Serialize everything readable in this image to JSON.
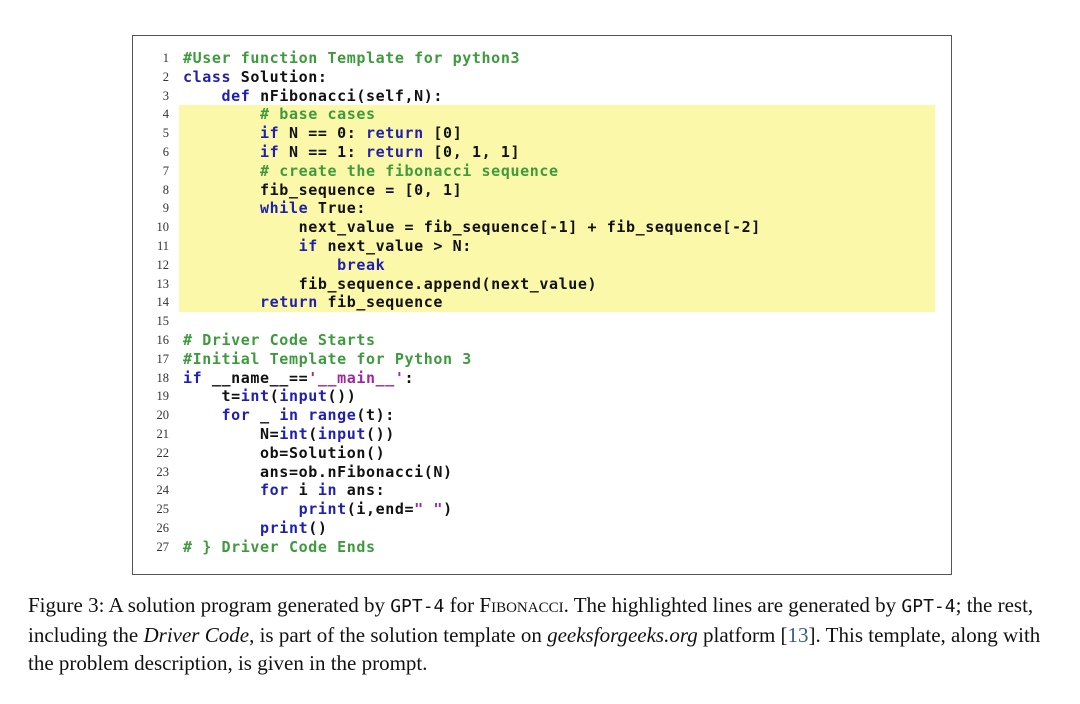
{
  "code_lines": [
    {
      "n": "1",
      "hl": false,
      "segs": [
        {
          "t": "#User function Template for python3",
          "c": "com"
        }
      ]
    },
    {
      "n": "2",
      "hl": false,
      "segs": [
        {
          "t": "class",
          "c": "kw"
        },
        {
          "t": " Solution:",
          "c": "plain"
        }
      ]
    },
    {
      "n": "3",
      "hl": false,
      "segs": [
        {
          "t": "    ",
          "c": "plain"
        },
        {
          "t": "def",
          "c": "kw"
        },
        {
          "t": " nFibonacci(self,N):",
          "c": "plain"
        }
      ]
    },
    {
      "n": "4",
      "hl": true,
      "segs": [
        {
          "t": "        ",
          "c": "plain"
        },
        {
          "t": "# base cases",
          "c": "com"
        }
      ]
    },
    {
      "n": "5",
      "hl": true,
      "segs": [
        {
          "t": "        ",
          "c": "plain"
        },
        {
          "t": "if",
          "c": "kw"
        },
        {
          "t": " N == 0: ",
          "c": "plain"
        },
        {
          "t": "return",
          "c": "kw"
        },
        {
          "t": " [0]",
          "c": "plain"
        }
      ]
    },
    {
      "n": "6",
      "hl": true,
      "segs": [
        {
          "t": "        ",
          "c": "plain"
        },
        {
          "t": "if",
          "c": "kw"
        },
        {
          "t": " N == 1: ",
          "c": "plain"
        },
        {
          "t": "return",
          "c": "kw"
        },
        {
          "t": " [0, 1, 1]",
          "c": "plain"
        }
      ]
    },
    {
      "n": "7",
      "hl": true,
      "segs": [
        {
          "t": "        ",
          "c": "plain"
        },
        {
          "t": "# create the fibonacci sequence",
          "c": "com"
        }
      ]
    },
    {
      "n": "8",
      "hl": true,
      "segs": [
        {
          "t": "        fib_sequence = [0, 1]",
          "c": "plain"
        }
      ]
    },
    {
      "n": "9",
      "hl": true,
      "segs": [
        {
          "t": "        ",
          "c": "plain"
        },
        {
          "t": "while",
          "c": "kw"
        },
        {
          "t": " True:",
          "c": "plain"
        }
      ]
    },
    {
      "n": "10",
      "hl": true,
      "segs": [
        {
          "t": "            next_value = fib_sequence[-1] + fib_sequence[-2]",
          "c": "plain"
        }
      ]
    },
    {
      "n": "11",
      "hl": true,
      "segs": [
        {
          "t": "            ",
          "c": "plain"
        },
        {
          "t": "if",
          "c": "kw"
        },
        {
          "t": " next_value > N:",
          "c": "plain"
        }
      ]
    },
    {
      "n": "12",
      "hl": true,
      "segs": [
        {
          "t": "                ",
          "c": "plain"
        },
        {
          "t": "break",
          "c": "kw"
        }
      ]
    },
    {
      "n": "13",
      "hl": true,
      "segs": [
        {
          "t": "            fib_sequence.append(next_value)",
          "c": "plain"
        }
      ]
    },
    {
      "n": "14",
      "hl": true,
      "segs": [
        {
          "t": "        ",
          "c": "plain"
        },
        {
          "t": "return",
          "c": "kw"
        },
        {
          "t": " fib_sequence",
          "c": "plain"
        }
      ]
    },
    {
      "n": "15",
      "hl": false,
      "segs": []
    },
    {
      "n": "16",
      "hl": false,
      "segs": [
        {
          "t": "# Driver Code Starts",
          "c": "com"
        }
      ]
    },
    {
      "n": "17",
      "hl": false,
      "segs": [
        {
          "t": "#Initial Template for Python 3",
          "c": "com"
        }
      ]
    },
    {
      "n": "18",
      "hl": false,
      "segs": [
        {
          "t": "if",
          "c": "kw"
        },
        {
          "t": " __name__==",
          "c": "plain"
        },
        {
          "t": "'__main__'",
          "c": "str"
        },
        {
          "t": ":",
          "c": "plain"
        }
      ]
    },
    {
      "n": "19",
      "hl": false,
      "segs": [
        {
          "t": "    t=",
          "c": "plain"
        },
        {
          "t": "int",
          "c": "kw"
        },
        {
          "t": "(",
          "c": "plain"
        },
        {
          "t": "input",
          "c": "kw"
        },
        {
          "t": "())",
          "c": "plain"
        }
      ]
    },
    {
      "n": "20",
      "hl": false,
      "segs": [
        {
          "t": "    ",
          "c": "plain"
        },
        {
          "t": "for",
          "c": "kw"
        },
        {
          "t": " _ ",
          "c": "plain"
        },
        {
          "t": "in",
          "c": "kw"
        },
        {
          "t": " ",
          "c": "plain"
        },
        {
          "t": "range",
          "c": "kw"
        },
        {
          "t": "(t):",
          "c": "plain"
        }
      ]
    },
    {
      "n": "21",
      "hl": false,
      "segs": [
        {
          "t": "        N=",
          "c": "plain"
        },
        {
          "t": "int",
          "c": "kw"
        },
        {
          "t": "(",
          "c": "plain"
        },
        {
          "t": "input",
          "c": "kw"
        },
        {
          "t": "())",
          "c": "plain"
        }
      ]
    },
    {
      "n": "22",
      "hl": false,
      "segs": [
        {
          "t": "        ob=Solution()",
          "c": "plain"
        }
      ]
    },
    {
      "n": "23",
      "hl": false,
      "segs": [
        {
          "t": "        ans=ob.nFibonacci(N)",
          "c": "plain"
        }
      ]
    },
    {
      "n": "24",
      "hl": false,
      "segs": [
        {
          "t": "        ",
          "c": "plain"
        },
        {
          "t": "for",
          "c": "kw"
        },
        {
          "t": " i ",
          "c": "plain"
        },
        {
          "t": "in",
          "c": "kw"
        },
        {
          "t": " ans:",
          "c": "plain"
        }
      ]
    },
    {
      "n": "25",
      "hl": false,
      "segs": [
        {
          "t": "            ",
          "c": "plain"
        },
        {
          "t": "print",
          "c": "kw"
        },
        {
          "t": "(i,end=",
          "c": "plain"
        },
        {
          "t": "\" \"",
          "c": "str"
        },
        {
          "t": ")",
          "c": "plain"
        }
      ]
    },
    {
      "n": "26",
      "hl": false,
      "segs": [
        {
          "t": "        ",
          "c": "plain"
        },
        {
          "t": "print",
          "c": "kw"
        },
        {
          "t": "()",
          "c": "plain"
        }
      ]
    },
    {
      "n": "27",
      "hl": false,
      "segs": [
        {
          "t": "# } Driver Code Ends",
          "c": "com"
        }
      ]
    }
  ],
  "caption": {
    "label": "Figure 3: A solution program generated by ",
    "gpt4_a": "GPT-4",
    "for_txt": " for ",
    "problem": "Fibonacci",
    "rest1": ". The highlighted lines are generated by ",
    "gpt4_b": "GPT-4",
    "rest2": "; the rest, including the ",
    "driver": "Driver Code",
    "rest3": ", is part of the solution template on ",
    "site": "geeksforgeeks.org",
    "rest4": " platform [",
    "cite": "13",
    "rest5": "]. This template, along with the problem description, is given in the prompt."
  },
  "colors": {
    "keyword": "#1f1fb0",
    "comment": "#3f9a3f",
    "string": "#9b2a9b",
    "highlight": "#fbf9a9"
  }
}
